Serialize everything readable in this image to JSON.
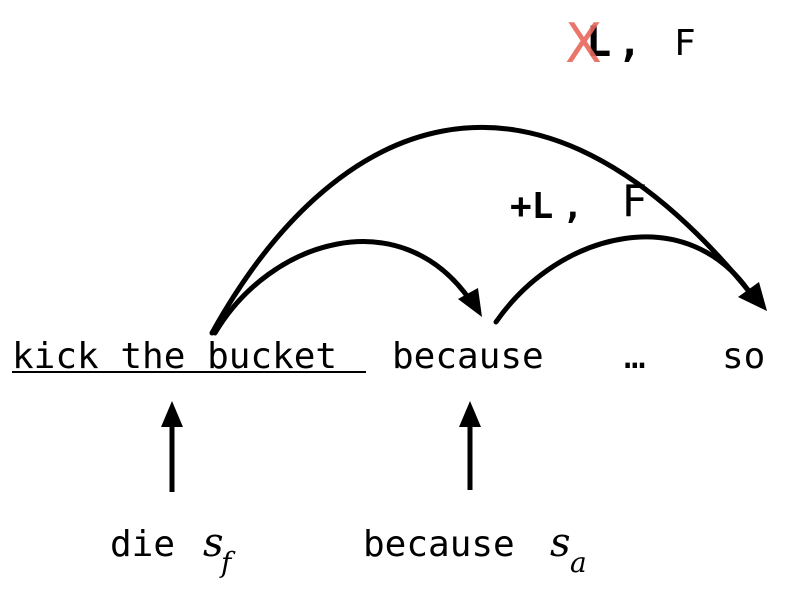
{
  "sentence": {
    "idiom": "kick the bucket",
    "connective": "because",
    "ellipsis": "…",
    "final_word": "so"
  },
  "arc_labels": {
    "outer": {
      "struck_letter": "L",
      "struck_mark": "X",
      "separator": ",",
      "second_letter": "F"
    },
    "inner": {
      "first": "+L",
      "separator": ",",
      "second_letter": "F"
    }
  },
  "bottom_labels": [
    {
      "word": "die",
      "symbol": "s",
      "subscript": "f"
    },
    {
      "word": "because",
      "symbol": "s",
      "subscript": "a"
    }
  ],
  "colors": {
    "ink": "#000000",
    "strike": "#e8675c"
  }
}
